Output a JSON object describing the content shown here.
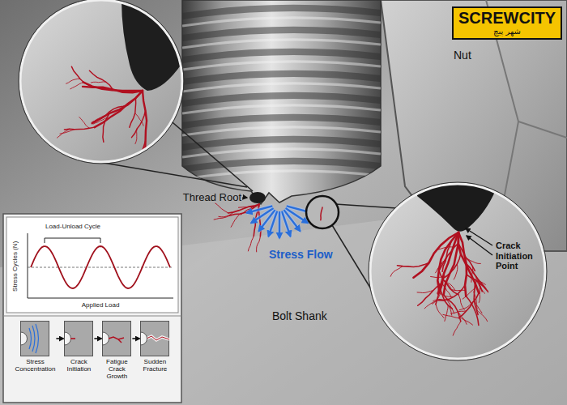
{
  "diagram": {
    "nodes": [
      {
        "text": [
          "SCREWCITY",
          "شهر پیچ"
        ]
      },
      {
        "text": [
          "Stress Concentration"
        ]
      },
      {
        "text": [
          "Crack Initiation"
        ]
      },
      {
        "text": [
          "Fatigue Crack Growth"
        ]
      },
      {
        "text": [
          "Sudden Fracture"
        ]
      }
    ],
    "edges": [
      {
        "from": 1,
        "to": 2,
        "arrow": "to"
      },
      {
        "from": 2,
        "to": 3,
        "arrow": "to"
      },
      {
        "from": 3,
        "to": 4,
        "arrow": "to"
      }
    ],
    "labels": [
      "Nut",
      "Thread Root",
      "Stress Flow",
      "Bolt Shank",
      "Crack Initiation Point",
      "Load-Unload Cycle",
      "Stress Cycles (N)",
      "Applied Load"
    ]
  }
}
